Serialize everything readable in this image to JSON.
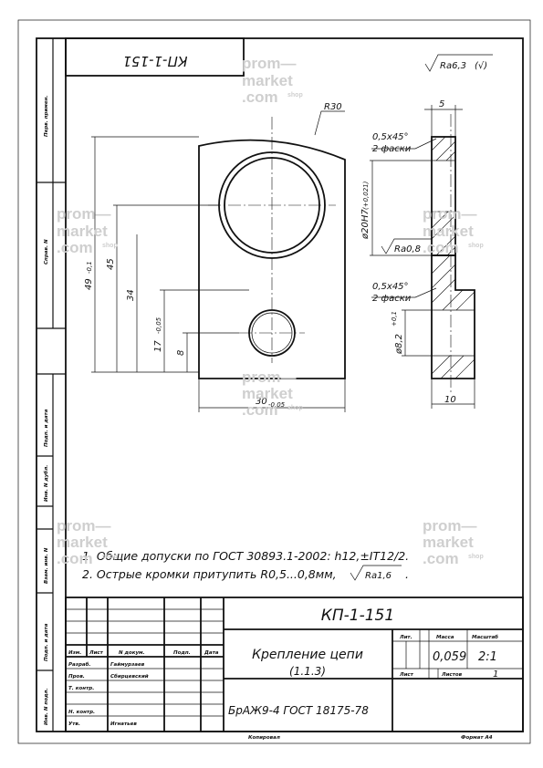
{
  "drawing": {
    "designation": "КП-1-151",
    "designation_rotated": "КП-1-151",
    "part_name_line1": "Крепление цепи",
    "part_name_line2": "(1.1.3)",
    "material": "БрАЖ9-4  ГОСТ 18175-78",
    "roughness_general": "Ra6,3",
    "roughness_general_mark": "(√)",
    "roughness_bore": "Ra0,8",
    "roughness_edges": "Ra1,6"
  },
  "notes": {
    "note1": "1. Общие допуски по ГОСТ 30893.1-2002: h12,±IT12/2.",
    "note2": "2. Острые кромки притупить R0,5...0,8мм,",
    "note2_end": "."
  },
  "dimensions": {
    "radius": "R30",
    "chamfer1": "0,5х45°",
    "chamfer1_count": "2 фаски",
    "chamfer2": "0,5х45°",
    "chamfer2_count": "2 фаски",
    "thick_top": "5",
    "thick_bottom": "10",
    "bore_big": "ø20H7",
    "bore_big_tol": "(+0,021)",
    "bore_small": "ø8,2",
    "bore_small_tol": "+0,1",
    "height_total": "49",
    "height_total_tol": "-0,1",
    "height_45": "45",
    "height_34": "34",
    "height_17": "17",
    "height_17_tol": "-0,05",
    "height_8": "8",
    "width": "30",
    "width_tol": "-0,05"
  },
  "title_block": {
    "lit_header": "Лит.",
    "mass_header": "Масса",
    "scale_header": "Масштаб",
    "mass": "0,059",
    "scale": "2:1",
    "sheet_label": "Лист",
    "sheets_label": "Листов",
    "sheets_value": "1",
    "col_izm": "Изм.",
    "col_list": "Лист",
    "col_doc": "N докум.",
    "col_sign": "Подп.",
    "col_date": "Дата",
    "row_razrab": "Разраб.",
    "row_prov": "Пров.",
    "row_tkontr": "Т. контр.",
    "row_nkontr": "Н. контр.",
    "row_utv": "Утв.",
    "razrab_name": "Гаймурзаев",
    "prov_name": "Сбирцевский",
    "utv_name": "Игнатьев"
  },
  "side_strip": {
    "perv_primen": "Перв. примен.",
    "sprav": "Справ. N",
    "podp_data_1": "Подп. и дата",
    "inv_dubl": "Инв. N дубл.",
    "vzam_inv": "Взам. инв. N",
    "podp_data_2": "Подп. и дата",
    "inv_podl": "Инв. N подл."
  },
  "footer": {
    "copied": "Копировал",
    "format": "Формат А4"
  },
  "watermark": {
    "line1": "prom—",
    "line2": "market",
    "line3": ".com",
    "shop": "shop"
  }
}
